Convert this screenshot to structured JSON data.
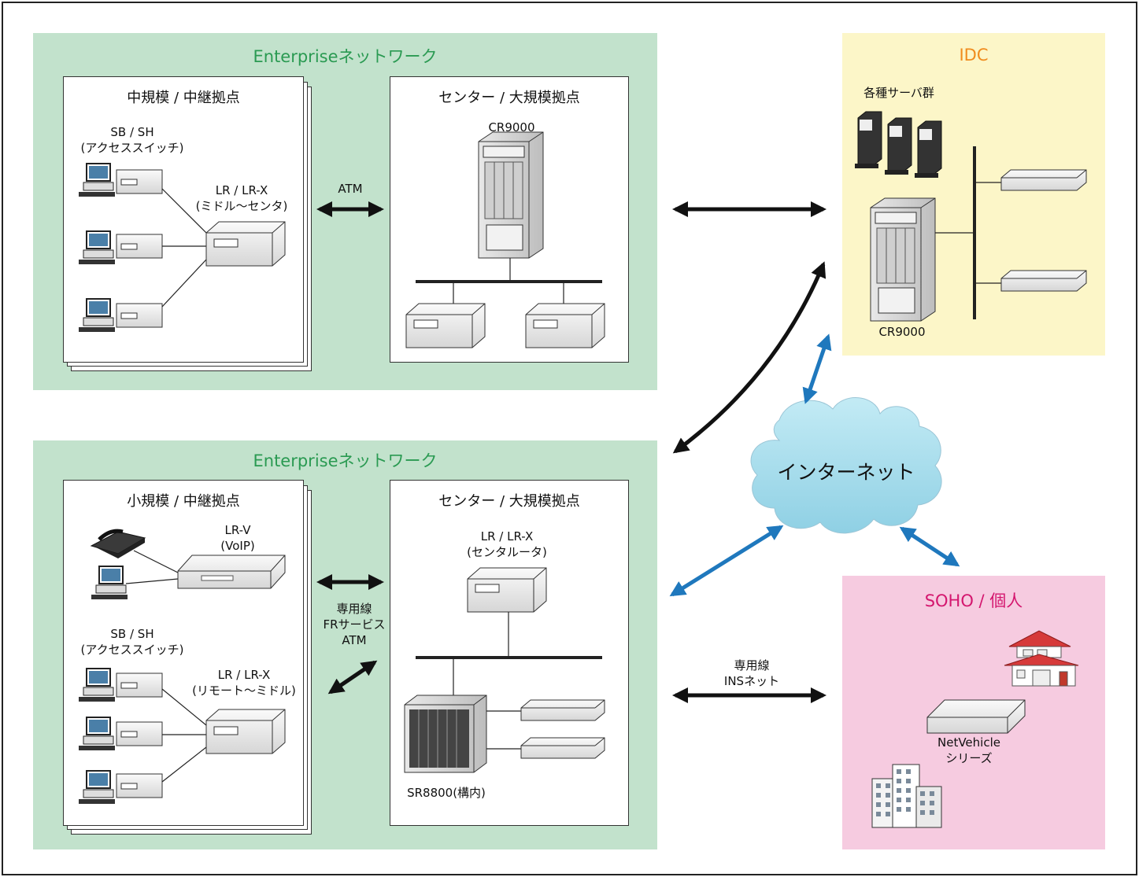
{
  "zones": {
    "enterprise_top": "Enterpriseネットワーク",
    "enterprise_bottom": "Enterpriseネットワーク",
    "idc": "IDC",
    "soho": "SOHO / 個人"
  },
  "panels": {
    "top_left": "中規模 / 中継拠点",
    "top_center": "センター / 大規模拠点",
    "bottom_left": "小規模 / 中継拠点",
    "bottom_center": "センター / 大規模拠点"
  },
  "labels": {
    "sb_sh_top": "SB / SH\n(アクセススイッチ)",
    "lr_top": "LR / LR-X\n(ミドル～センタ)",
    "atm_top": "ATM",
    "cr9000_center": "CR9000",
    "idc_servers": "各種サーバ群",
    "cr9000_idc": "CR9000",
    "internet": "インターネット",
    "lr_v": "LR-V\n(VoIP)",
    "sb_sh_bottom": "SB / SH\n(アクセススイッチ)",
    "lr_bottom": "LR / LR-X\n(リモート～ミドル)",
    "lines_mid": "専用線\nFRサービス\nATM",
    "lr_center": "LR / LR-X\n(センタルータ)",
    "sr8800": "SR8800(構内)",
    "lines_soho": "専用線\nINSネット",
    "netvehicle": "NetVehicle\nシリーズ"
  },
  "colors": {
    "green_zone": "#c2e2cc",
    "green_text": "#2a9a52",
    "idc_zone": "#fcf6c8",
    "idc_text": "#f08c1e",
    "soho_zone": "#f6cbe0",
    "soho_text": "#d4166e",
    "cloud": "#a7dceb",
    "blue_arrow": "#1f78bd"
  }
}
